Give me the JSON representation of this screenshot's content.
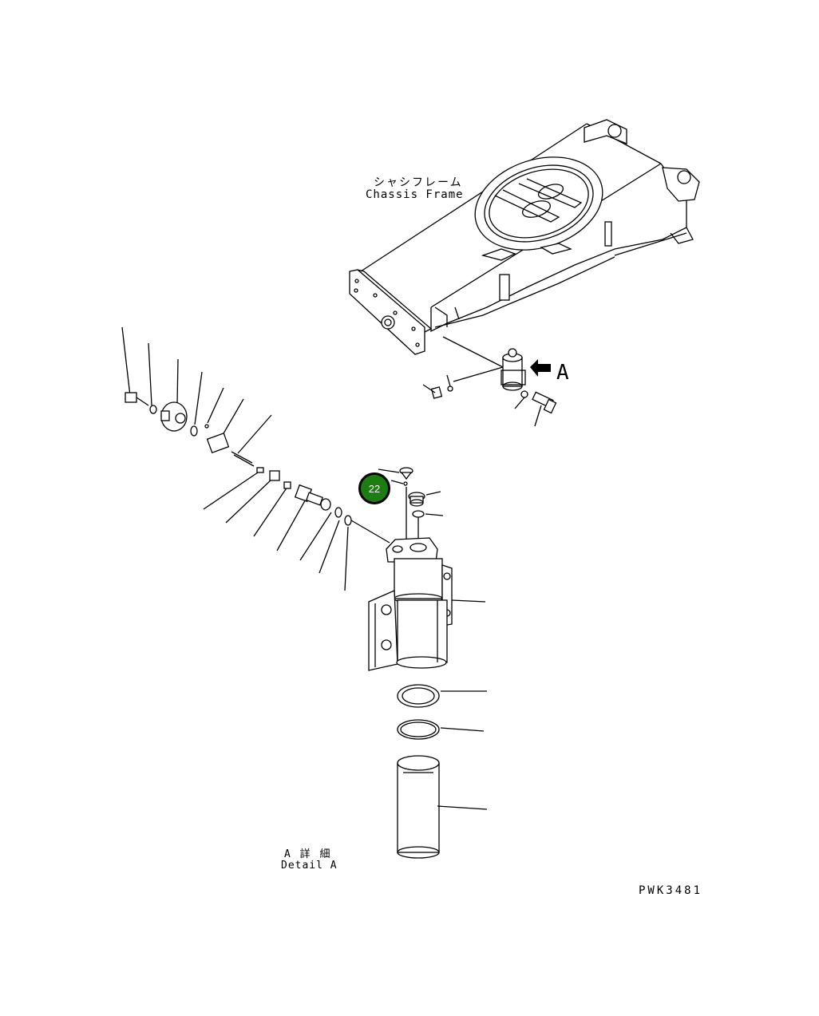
{
  "labels": {
    "chassis_frame_jp": "シャシフレーム",
    "chassis_frame_en": "Chassis Frame",
    "view_letter": "A",
    "detail_jp": "A 詳 細",
    "detail_en": "Detail A",
    "drawing_number": "PWK3481"
  },
  "callout": {
    "number": "22",
    "color": "#1e7d12"
  }
}
